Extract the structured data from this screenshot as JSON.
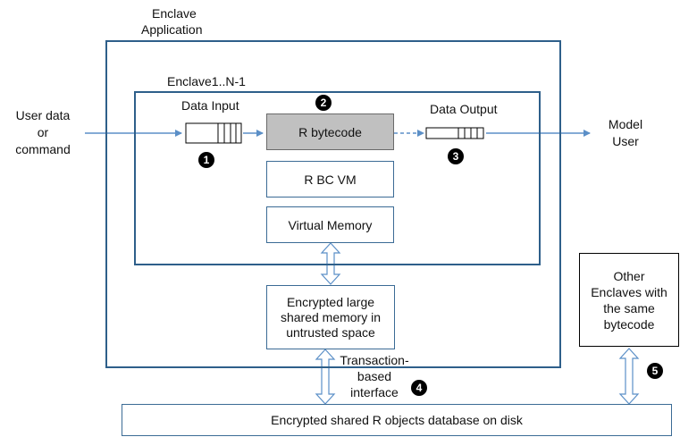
{
  "labels": {
    "enclave_app_line1": "Enclave",
    "enclave_app_line2": "Application",
    "enclave_inner": "Enclave1..N-1",
    "user_line1": "User data",
    "user_line2": "or",
    "user_line3": "command",
    "data_input": "Data Input",
    "data_output": "Data Output",
    "model_user_line1": "Model",
    "model_user_line2": "User",
    "r_bytecode": "R bytecode",
    "r_bc_vm": "R BC VM",
    "virtual_memory": "Virtual Memory",
    "encrypted_shared_memory": "Encrypted large shared memory in untrusted space",
    "other_enclaves": "Other Enclaves with the same bytecode",
    "transaction_line1": "Transaction-",
    "transaction_line2": "based",
    "transaction_line3": "interface",
    "database": "Encrypted shared R objects database on disk"
  },
  "badges": [
    "1",
    "2",
    "3",
    "4",
    "5"
  ],
  "colors": {
    "border": "#2e5f8a",
    "arrow": "#5b8fc7",
    "bytecode_fill": "#c0c0c0"
  }
}
